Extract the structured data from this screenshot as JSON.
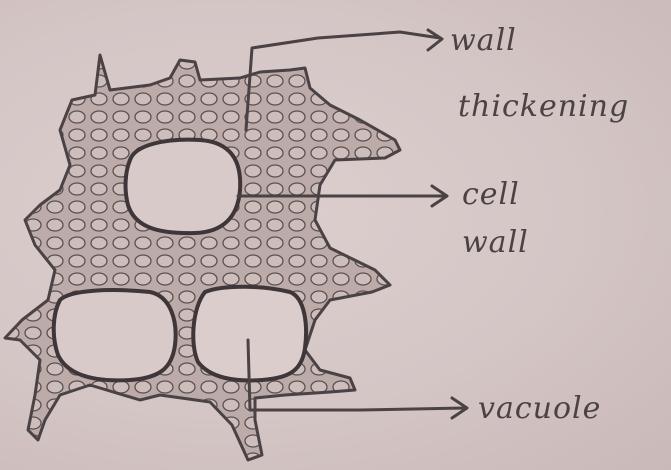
{
  "diagram": {
    "labels": {
      "wall_thickening_line1": "wall",
      "wall_thickening_line2": "thickening",
      "cell_wall_line1": "cell",
      "cell_wall_line2": "wall",
      "vacuole": "vacuole"
    },
    "colors": {
      "paper": "#d9cbcb",
      "ink": "#4a4244",
      "tissue": "#b9a8a6"
    }
  }
}
